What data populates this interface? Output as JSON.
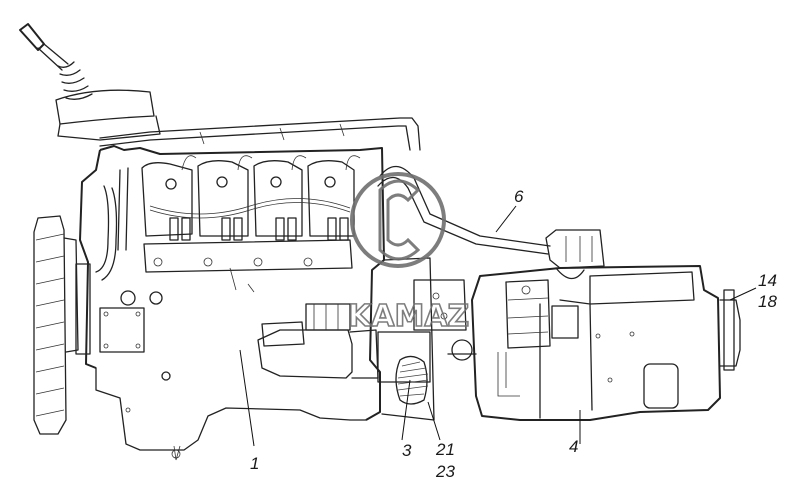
{
  "callouts": [
    {
      "id": "1",
      "text": "1"
    },
    {
      "id": "3",
      "text": "3"
    },
    {
      "id": "4",
      "text": "4"
    },
    {
      "id": "6",
      "text": "6"
    },
    {
      "id": "14",
      "text": "14"
    },
    {
      "id": "18",
      "text": "18"
    },
    {
      "id": "21",
      "text": "21"
    },
    {
      "id": "23",
      "text": "23"
    }
  ],
  "watermark": {
    "text": "KAMAZ",
    "logo_icon": "kamaz-logo-icon"
  },
  "colors": {
    "ink": "#222222",
    "watermark": "#6f6f6f",
    "background": "#ffffff"
  }
}
